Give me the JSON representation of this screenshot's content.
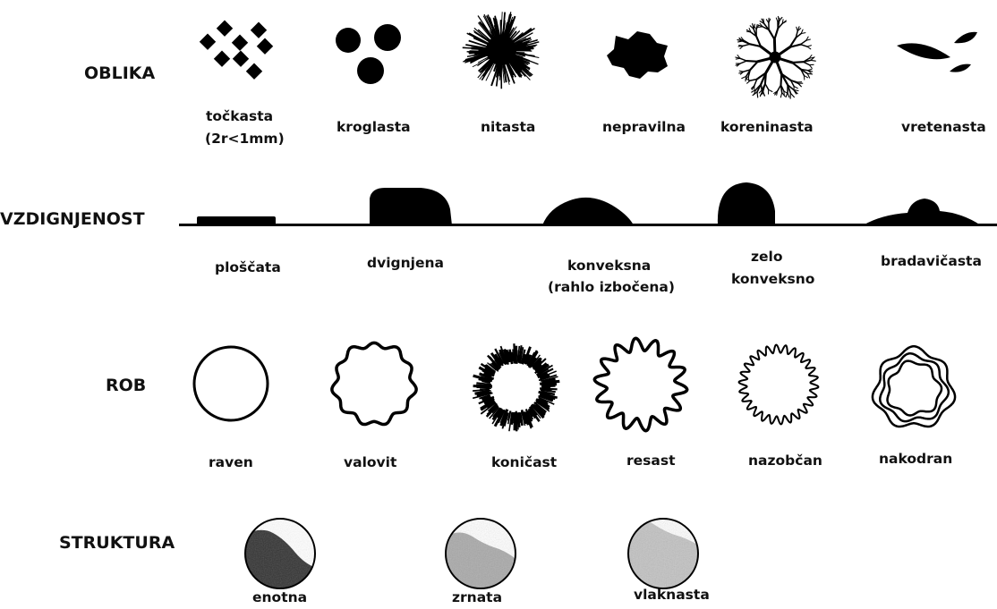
{
  "rows": {
    "oblika": "OBLIKA",
    "vzdignjenost": "VZDIGNJENOST",
    "rob": "ROB",
    "struktura": "STRUKTURA"
  },
  "oblika": [
    {
      "line1": "točkasta",
      "line2": "(2r<1mm)"
    },
    {
      "line1": "kroglasta",
      "line2": ""
    },
    {
      "line1": "nitasta",
      "line2": ""
    },
    {
      "line1": "nepravilna",
      "line2": ""
    },
    {
      "line1": "koreninasta",
      "line2": ""
    },
    {
      "line1": "vretenasta",
      "line2": ""
    }
  ],
  "vzdignjenost": [
    {
      "line1": "ploščata",
      "line2": ""
    },
    {
      "line1": "dvignjena",
      "line2": ""
    },
    {
      "line1": "konveksna",
      "line2": "(rahlo izbočena)"
    },
    {
      "line1": "zelo",
      "line2": "konveksno"
    },
    {
      "line1": "bradavičasta",
      "line2": ""
    }
  ],
  "rob": [
    "raven",
    "valovit",
    "koničast",
    "resast",
    "nazobčan",
    "nakodran"
  ],
  "struktura": [
    "enotna",
    "zrnata",
    "vlaknasta"
  ],
  "colors": {
    "ink": "#000000",
    "enotna": "#3a3a3a",
    "zrnata": "#a8a8a8",
    "vlaknasta": "#bdbdbd"
  }
}
